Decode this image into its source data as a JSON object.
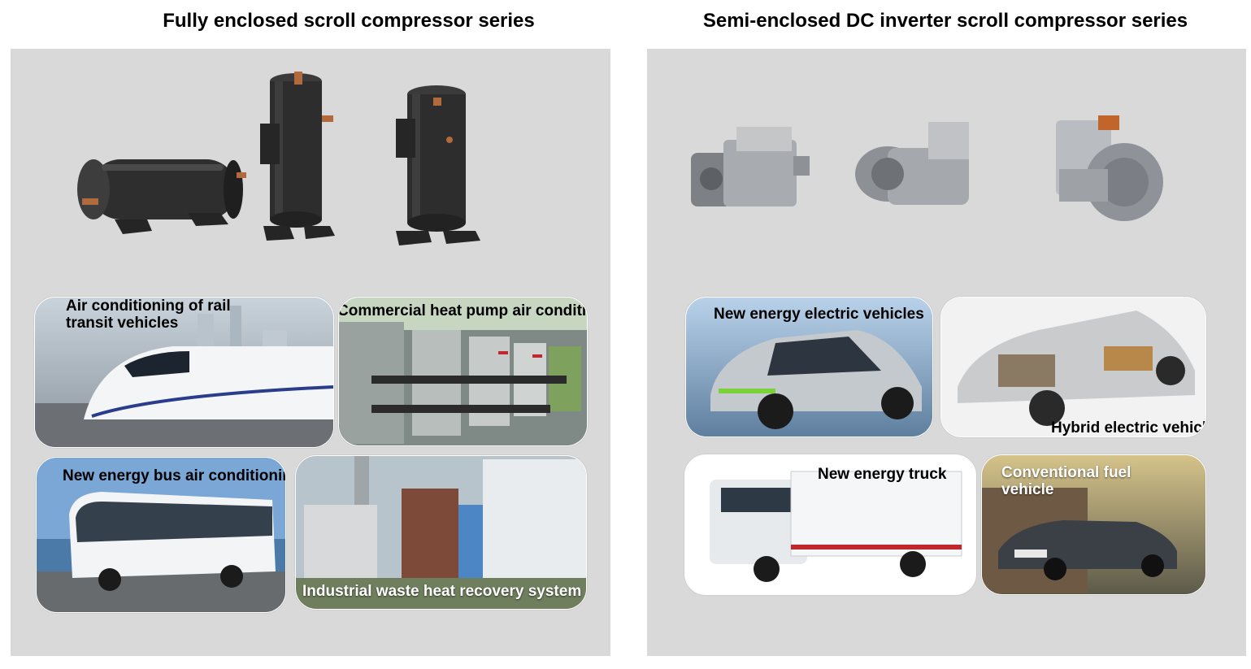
{
  "left_series": {
    "title": "Fully enclosed scroll compressor series",
    "products": [
      {
        "icon": "horizontal-scroll-compressor-icon"
      },
      {
        "icon": "vertical-scroll-compressor-icon"
      },
      {
        "icon": "vertical-scroll-compressor-icon"
      }
    ],
    "applications": [
      {
        "label": "Air conditioning of rail transit vehicles"
      },
      {
        "label": "Commercial heat pump air conditioning"
      },
      {
        "label": "New energy bus air conditioning"
      },
      {
        "label": "Industrial waste heat recovery system"
      }
    ]
  },
  "right_series": {
    "title": "Semi-enclosed DC inverter scroll compressor series",
    "products": [
      {
        "icon": "electric-compressor-icon"
      },
      {
        "icon": "electric-compressor-icon"
      },
      {
        "icon": "electric-compressor-icon"
      }
    ],
    "applications": [
      {
        "label": "New energy electric vehicles"
      },
      {
        "label": "Hybrid electric vehicle"
      },
      {
        "label": "New energy truck"
      },
      {
        "label": "Conventional fuel vehicle"
      }
    ]
  },
  "colors": {
    "panel": "#d9d9d9",
    "compressor_body": "#2b2b2b",
    "electric_compressor_body": "#9a9da2",
    "copper": "#b06a3b"
  }
}
